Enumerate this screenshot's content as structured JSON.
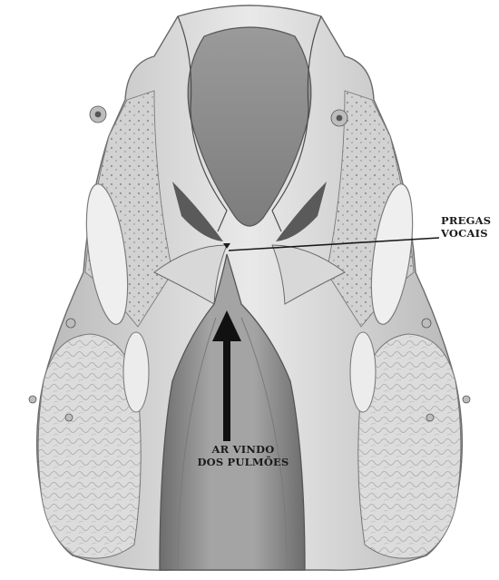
{
  "labels": {
    "vocal_folds": {
      "line1": "PREGAS",
      "line2": "VOCAIS"
    },
    "airflow": {
      "line1": "AR VINDO",
      "line2": "DOS PULMÕES"
    }
  },
  "colors": {
    "paper": "#ffffff",
    "tissue_light": "#e6e6e6",
    "tissue_mid": "#bdbdbd",
    "tissue_dark": "#7a7a7a",
    "cavity": "#8e8e8e",
    "ink": "#1a1a1a"
  }
}
